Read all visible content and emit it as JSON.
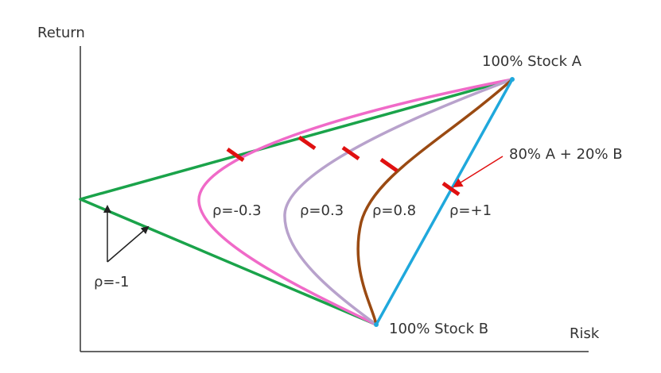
{
  "axes": {
    "y_label": "Return",
    "x_label": "Risk"
  },
  "points": {
    "stock_a": "100% Stock A",
    "stock_b": "100% Stock B"
  },
  "annotation": "80% A + 20% B",
  "curves": [
    {
      "key": "rho_neg1",
      "label": "ρ=-1",
      "color": "#1aa34a"
    },
    {
      "key": "rho_neg03",
      "label": "ρ=-0.3",
      "color": "#f06ac8"
    },
    {
      "key": "rho_03",
      "label": "ρ=0.3",
      "color": "#b8a2cc"
    },
    {
      "key": "rho_08",
      "label": "ρ=0.8",
      "color": "#9a4a12"
    },
    {
      "key": "rho_pos1",
      "label": "ρ=+1",
      "color": "#1fa8dc"
    }
  ],
  "colors": {
    "marker": "#e01010",
    "axis": "#333333",
    "arrow": "#222222",
    "annotation_arrow": "#e01010"
  }
}
